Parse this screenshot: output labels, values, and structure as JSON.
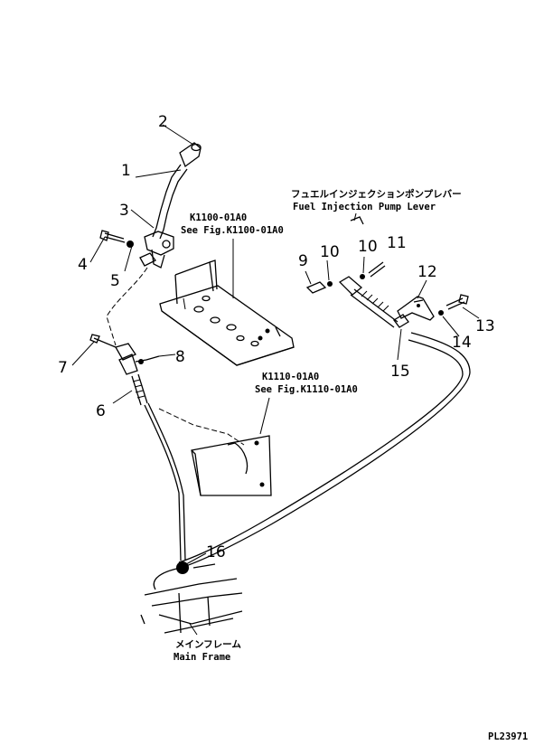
{
  "callouts": [
    "1",
    "2",
    "3",
    "4",
    "5",
    "6",
    "7",
    "8",
    "9",
    "10",
    "10",
    "11",
    "12",
    "13",
    "14",
    "15",
    "16"
  ],
  "refs": {
    "ref1_jp": "K1100-01A0",
    "ref1_en": "See Fig.K1100-01A0",
    "ref2_jp": "K1110-01A0",
    "ref2_en": "See Fig.K1110-01A0",
    "fuel_jp": "フュエルインジェクションポンプレバー",
    "fuel_en": "Fuel Injection Pump Lever",
    "frame_jp": "メインフレーム",
    "frame_en": "Main Frame"
  },
  "drawing_id": "PL23971"
}
